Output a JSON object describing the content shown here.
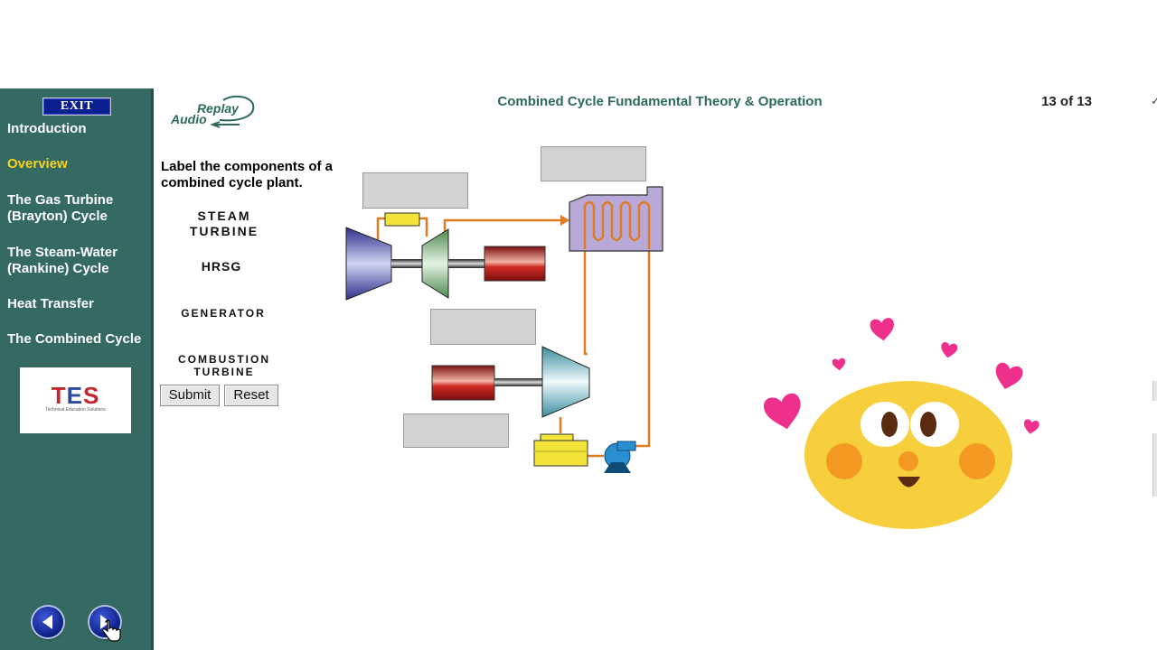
{
  "header": {
    "replay_audio_word1": "Replay",
    "replay_audio_word2": "Audio",
    "course_title": "Combined Cycle Fundamental Theory & Operation",
    "page_counter": "13 of 13"
  },
  "sidebar": {
    "exit_label": "EXIT",
    "items": [
      {
        "label": "Introduction",
        "active": false
      },
      {
        "label": "Overview",
        "active": true
      },
      {
        "label": "The Gas Turbine (Brayton) Cycle",
        "active": false
      },
      {
        "label": "The Steam-Water (Rankine) Cycle",
        "active": false
      },
      {
        "label": "Heat Transfer",
        "active": false
      },
      {
        "label": "The Combined Cycle",
        "active": false
      }
    ],
    "logo_text": "TES",
    "logo_tagline": "Technical Education Solutions",
    "nav_icons": [
      "prev-arrow-icon",
      "next-arrow-icon"
    ]
  },
  "quiz": {
    "instructions": "Label the components of a combined cycle plant.",
    "labels": [
      "STEAM TURBINE",
      "HRSG",
      "GENERATOR",
      "COMBUSTION TURBINE"
    ],
    "label_steam": "STEAM",
    "label_turbine": "TURBINE",
    "label_hrsg": "HRSG",
    "label_generator": "GENERATOR",
    "label_combustion": "COMBUSTION",
    "label_turbine2": "TURBINE",
    "submit_label": "Submit",
    "reset_label": "Reset",
    "drop_targets": 4
  },
  "colors": {
    "sidebar_bg": "#346a62",
    "active_nav": "#f5d21c",
    "title_green": "#2d6a5a",
    "pipe_orange": "#e07b24",
    "generator_red": "#b5191b",
    "hrsg_purple": "#b8a9d8",
    "emoji_yellow": "#f7cf3c",
    "heart_pink": "#ee2f8c"
  },
  "overlay": {
    "emoji": "smiling-face-with-hearts-icon"
  }
}
